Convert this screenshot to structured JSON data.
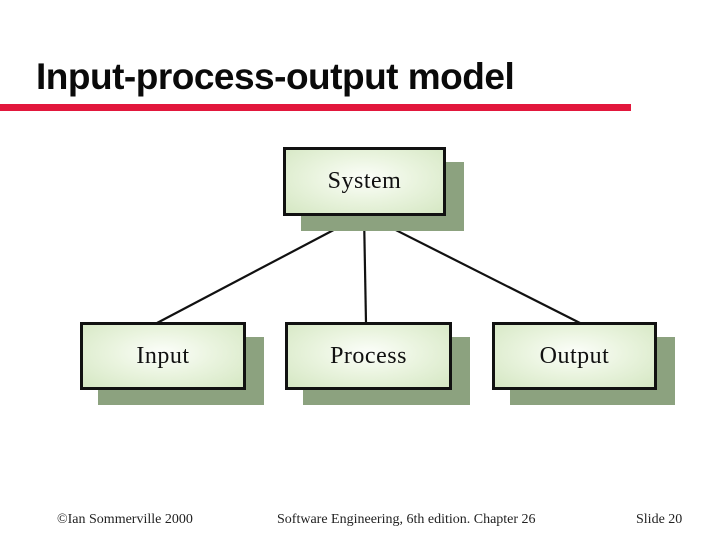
{
  "slide": {
    "title": "Input-process-output model",
    "accent_color": "#E2173C"
  },
  "diagram": {
    "nodes": [
      {
        "id": "system",
        "label": "System"
      },
      {
        "id": "input",
        "label": "Input"
      },
      {
        "id": "process",
        "label": "Process"
      },
      {
        "id": "output",
        "label": "Output"
      }
    ],
    "connections": [
      {
        "from": "system",
        "to": "input"
      },
      {
        "from": "system",
        "to": "process"
      },
      {
        "from": "system",
        "to": "output"
      }
    ],
    "colors": {
      "box_border": "#111111",
      "box_fill_center": "#FCFEFA",
      "box_fill_mid": "#EAF4DF",
      "box_fill_edge": "#D5E7C3",
      "box_shadow": "#8CA27F",
      "connector": "#111111"
    }
  },
  "footer": {
    "copyright": "©Ian Sommerville 2000",
    "center": "Software Engineering, 6th edition. Chapter 26",
    "slide_number": "Slide 20"
  }
}
